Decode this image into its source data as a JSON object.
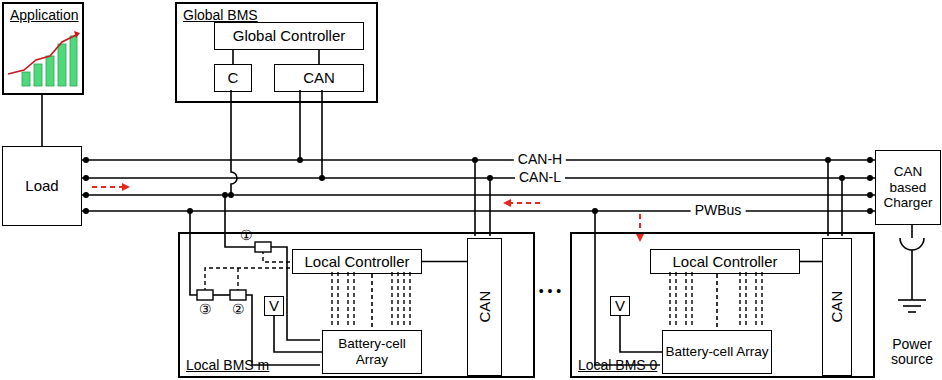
{
  "diagram": {
    "nodes": [
      {
        "text": [
          "Application"
        ]
      },
      {
        "text": [
          "Global BMS"
        ]
      },
      {
        "text": [
          "Global Controller"
        ],
        "in": 1
      },
      {
        "text": [
          "C"
        ],
        "in": 1
      },
      {
        "text": [
          "CAN"
        ],
        "in": 1
      },
      {
        "text": [
          "Load"
        ]
      },
      {
        "text": [
          "CAN based Charger"
        ]
      },
      {
        "text": [
          "Local BMS m"
        ]
      },
      {
        "text": [
          "Local Controller"
        ],
        "in": 7
      },
      {
        "text": [
          "V"
        ],
        "in": 7
      },
      {
        "text": [
          "Battery-cell Array"
        ],
        "in": 7
      },
      {
        "text": [
          "CAN"
        ],
        "in": 7
      },
      {
        "text": [
          "Local BMS 0"
        ]
      },
      {
        "text": [
          "Local Controller"
        ],
        "in": 12
      },
      {
        "text": [
          "V"
        ],
        "in": 12
      },
      {
        "text": [
          "Battery-cell Array"
        ],
        "in": 12
      },
      {
        "text": [
          "CAN"
        ],
        "in": 12
      }
    ],
    "edges": [
      {
        "from": 0,
        "to": 5,
        "arrow": "none"
      },
      {
        "from": 2,
        "to": 3,
        "arrow": "none"
      },
      {
        "from": 2,
        "to": 4,
        "arrow": "none"
      },
      {
        "from": 8,
        "to": 11,
        "arrow": "none"
      },
      {
        "from": 8,
        "to": 10,
        "arrow": "none"
      },
      {
        "from": 9,
        "to": 10,
        "arrow": "none"
      },
      {
        "from": 13,
        "to": 16,
        "arrow": "none"
      },
      {
        "from": 13,
        "to": 15,
        "arrow": "none"
      },
      {
        "from": 14,
        "to": 15,
        "arrow": "none"
      }
    ],
    "labels": [
      "CAN-H",
      "CAN-L",
      "PWBus",
      "①",
      "②",
      "③",
      "• • •",
      "Power source"
    ]
  }
}
